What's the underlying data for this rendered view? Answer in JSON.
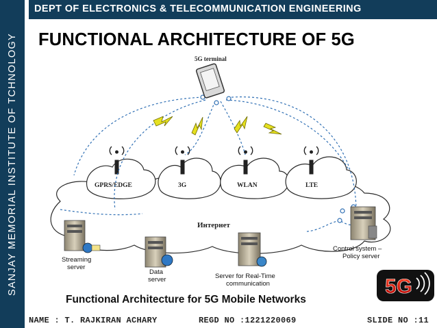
{
  "sidebar": {
    "text": "SANJAY MEMORIAL INSTITUTE OF TCHNOLOGY"
  },
  "header": {
    "dept": "DEPT OF ELECTRONICS & TELECOMMUNICATION ENGINEERING"
  },
  "slide": {
    "title": "FUNCTIONAL ARCHITECTURE OF 5G"
  },
  "diagram": {
    "terminal_label": "5G terminal",
    "networks": [
      "GPRS/EDGE",
      "3G",
      "WLAN",
      "LTE"
    ],
    "internet_label": "Интернет",
    "servers": {
      "streaming": [
        "Streaming",
        "server"
      ],
      "data": [
        "Data",
        "server"
      ],
      "realtime": [
        "Server for Real-Time",
        "communication"
      ],
      "control": [
        "Control system –",
        "Policy server"
      ]
    },
    "caption": "Functional Architecture for 5G Mobile Networks",
    "logo_text": "5G"
  },
  "footer": {
    "name": "NAME : T. RAJKIRAN ACHARY",
    "regd": "REGD NO :1221220069",
    "slide": "SLIDE NO :11"
  }
}
